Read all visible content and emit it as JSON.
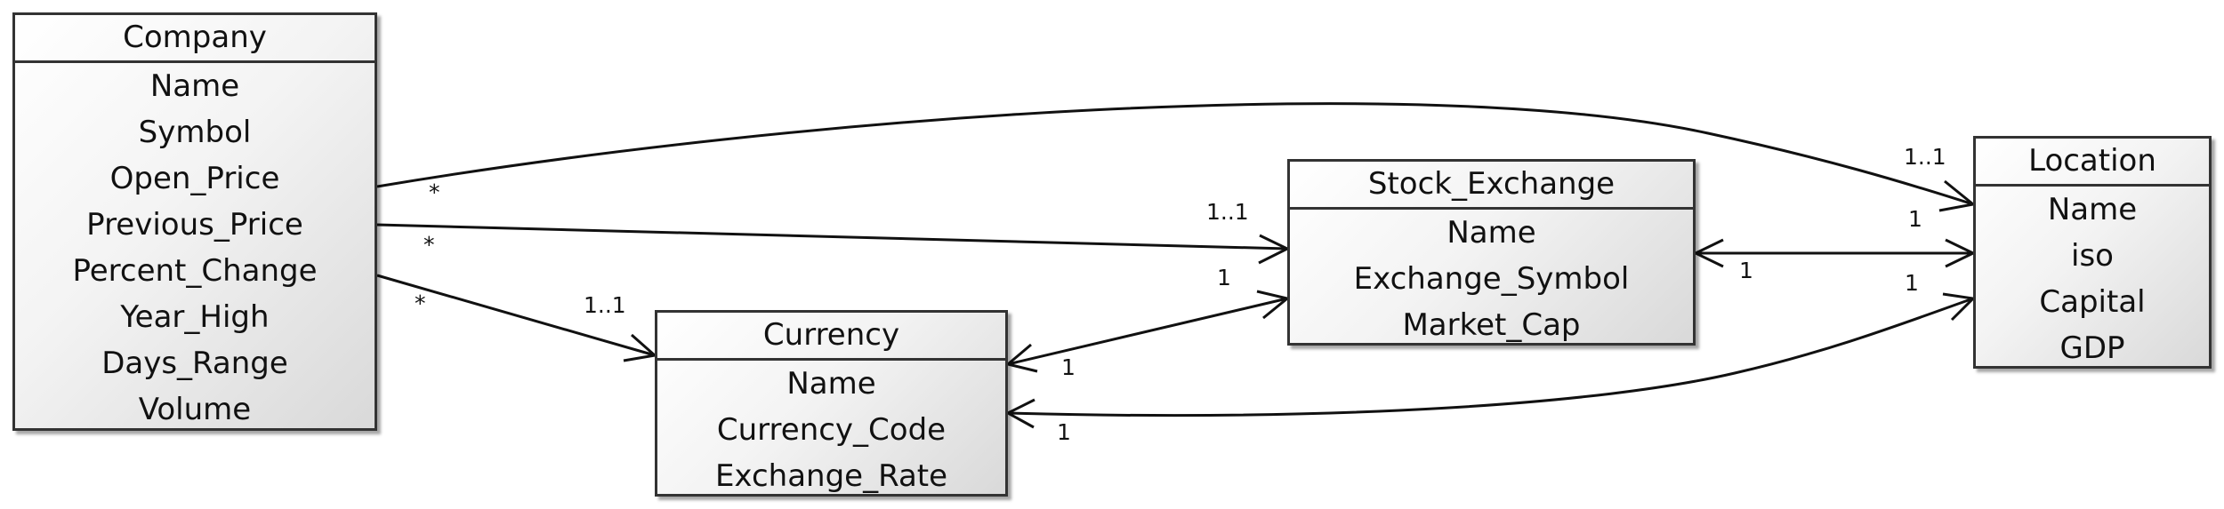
{
  "entities": {
    "company": {
      "name": "Company",
      "attributes": [
        "Name",
        "Symbol",
        "Open_Price",
        "Previous_Price",
        "Percent_Change",
        "Year_High",
        "Days_Range",
        "Volume"
      ]
    },
    "stock_exchange": {
      "name": "Stock_Exchange",
      "attributes": [
        "Name",
        "Exchange_Symbol",
        "Market_Cap"
      ]
    },
    "currency": {
      "name": "Currency",
      "attributes": [
        "Name",
        "Currency_Code",
        "Exchange_Rate"
      ]
    },
    "location": {
      "name": "Location",
      "attributes": [
        "Name",
        "iso",
        "Capital",
        "GDP"
      ]
    }
  },
  "relationships": {
    "company_location": {
      "source": "*",
      "target": "1..1"
    },
    "company_exchange": {
      "source": "*",
      "target": "1..1"
    },
    "company_currency": {
      "source": "*",
      "target": "1..1"
    },
    "exchange_location": {
      "source": "1",
      "target": "1"
    },
    "currency_exchange": {
      "source": "1",
      "target": "1"
    },
    "currency_location": {
      "source": "1",
      "target": "1"
    }
  }
}
